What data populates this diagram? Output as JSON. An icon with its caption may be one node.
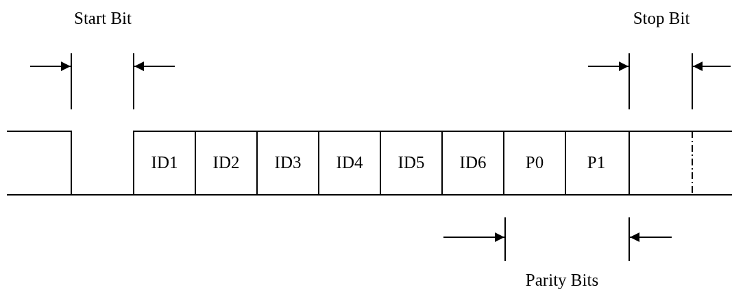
{
  "diagram": {
    "labels": [
      "Start Bit",
      "Stop Bit",
      "ID1",
      "ID2",
      "ID3",
      "ID4",
      "ID5",
      "ID6",
      "P0",
      "P1",
      "Parity Bits"
    ]
  }
}
